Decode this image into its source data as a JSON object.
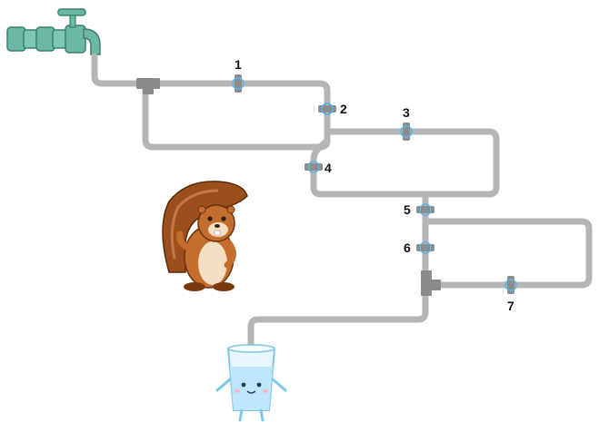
{
  "puzzle": {
    "valves": [
      {
        "id": "valve-1",
        "label": "1"
      },
      {
        "id": "valve-2",
        "label": "2"
      },
      {
        "id": "valve-3",
        "label": "3"
      },
      {
        "id": "valve-4",
        "label": "4"
      },
      {
        "id": "valve-5",
        "label": "5"
      },
      {
        "id": "valve-6",
        "label": "6"
      },
      {
        "id": "valve-7",
        "label": "7"
      }
    ],
    "colors": {
      "pipe": "#b5b5b5",
      "tap": "#6ab9a3",
      "valve": "#8c8c8c",
      "valve_accent": "#5ab4e0",
      "water": "#cfeefc",
      "beaver_fur": "#b5652a"
    },
    "icons": [
      "water-tap-icon",
      "beaver-mascot-icon",
      "water-glass-icon"
    ]
  }
}
